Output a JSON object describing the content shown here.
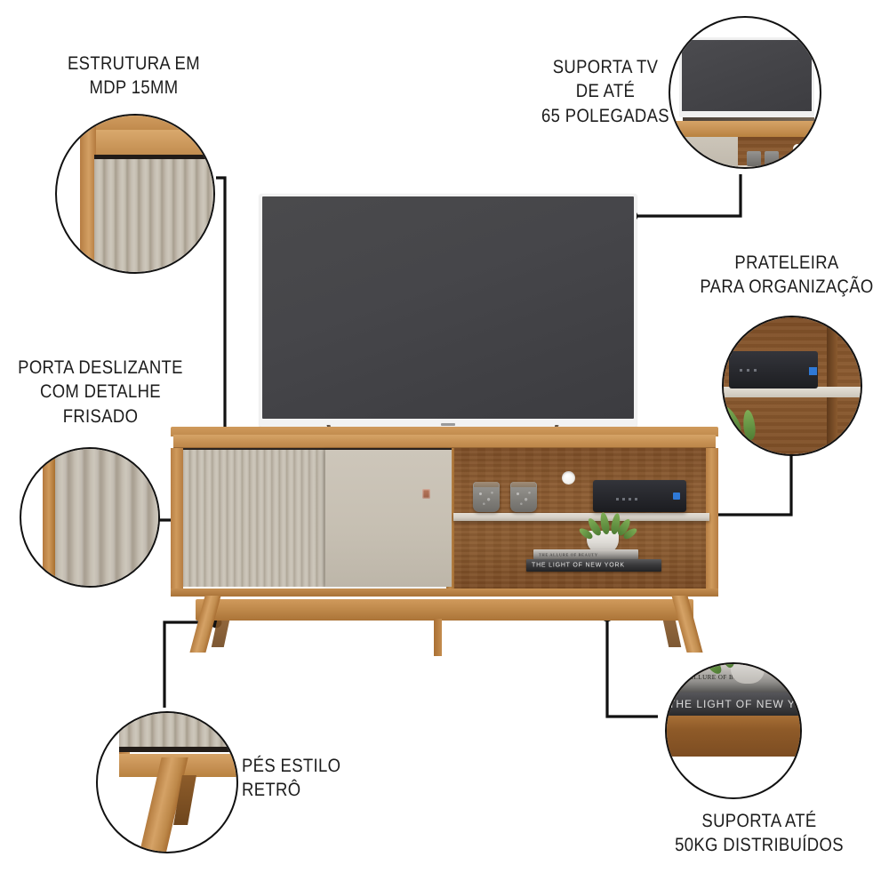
{
  "page": {
    "type": "product-feature-infographic",
    "product": "Rack para TV com porta deslizante",
    "background_color": "#ffffff",
    "text_color": "#1c1c1c",
    "line_color": "#111111"
  },
  "callouts": [
    {
      "id": "estrutura",
      "label": "ESTRUTURA EM\nMDP 15MM",
      "position": "top-left",
      "detail": "corner of cabinet showing wood frame and fluted panel"
    },
    {
      "id": "suporta-tv",
      "label": "SUPORTA TV\nDE ATÉ\n65 POLEGADAS",
      "position": "top-right",
      "detail": "television sitting on cabinet top"
    },
    {
      "id": "prateleira",
      "label": "PRATELEIRA\nPARA ORGANIZAÇÃO",
      "position": "right",
      "detail": "shelf holding media device"
    },
    {
      "id": "porta-deslizante",
      "label": "PORTA DESLIZANTE\nCOM DETALHE\nFRISADO",
      "position": "left",
      "detail": "fluted sliding door texture"
    },
    {
      "id": "pes-retro",
      "label": "PÉS ESTILO\nRETRÔ",
      "position": "bottom-left",
      "detail": "angled retro wooden leg"
    },
    {
      "id": "suporta-peso",
      "label": "SUPORTA ATÉ\n50KG DISTRIBUÍDOS",
      "position": "bottom-right",
      "detail": "books stacked on lower shelf"
    }
  ],
  "product_colors": {
    "wood_top": "#c58f52",
    "wood_frame": "#cf9a5c",
    "wood_interior": "#8a5a2f",
    "door_fluted": "#bdb6a9",
    "door_plain": "#c6bfb2",
    "shelf": "#ded8cd",
    "tv_screen": "#434347",
    "tv_bezel": "#f2f2f2",
    "handle": "#a8674c"
  },
  "props": {
    "books": [
      {
        "title": "THE ALLURE OF BEAUTY"
      },
      {
        "title": "THE LIGHT OF NEW YORK"
      }
    ],
    "items": [
      "ceramic-pot",
      "ceramic-pot",
      "media-player",
      "potted-plant",
      "cable-grommet"
    ]
  }
}
